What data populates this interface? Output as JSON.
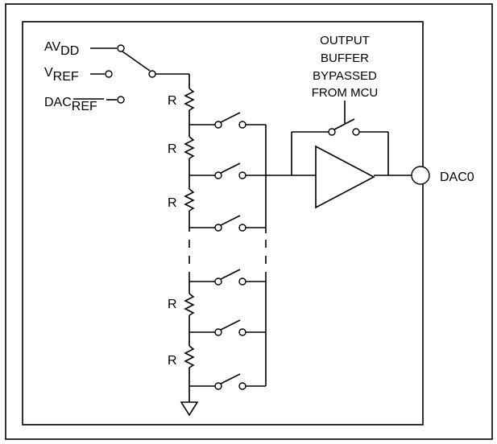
{
  "inputs": {
    "avdd": {
      "main": "AV",
      "sub": "DD"
    },
    "vref": {
      "main": "V",
      "sub": "REF"
    },
    "dacref": {
      "main": "DAC",
      "sub": "REF"
    }
  },
  "resistor_label": "R",
  "buffer_note": [
    "OUTPUT",
    "BUFFER",
    "BYPASSED",
    "FROM MCU"
  ],
  "output_label": "DAC0"
}
